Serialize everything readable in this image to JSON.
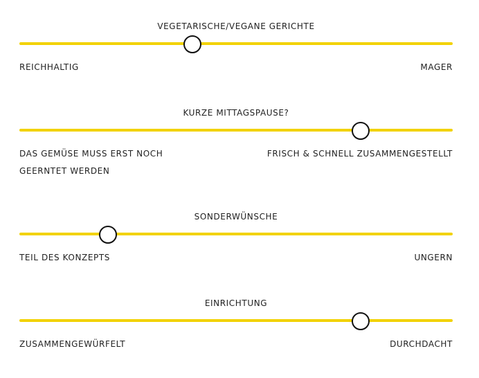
{
  "accent_color": "#f2d200",
  "sliders": [
    {
      "title": "VEGETARISCHE/VEGANE GERICHTE",
      "left_label": "REICHHALTIG",
      "right_label": "MAGER",
      "value_fraction": 0.398
    },
    {
      "title": "KURZE MITTAGSPAUSE?",
      "left_label": "DAS GEMÜSE MUSS ERST NOCH GEERNTET WERDEN",
      "right_label": "FRISCH & SCHNELL ZUSAMMENGESTELLT",
      "value_fraction": 0.786
    },
    {
      "title": "SONDERWÜNSCHE",
      "left_label": "TEIL DES KONZEPTS",
      "right_label": "UNGERN",
      "value_fraction": 0.203
    },
    {
      "title": "EINRICHTUNG",
      "left_label": "ZUSAMMENGEWÜRFELT",
      "right_label": "DURCHDACHT",
      "value_fraction": 0.786
    }
  ]
}
